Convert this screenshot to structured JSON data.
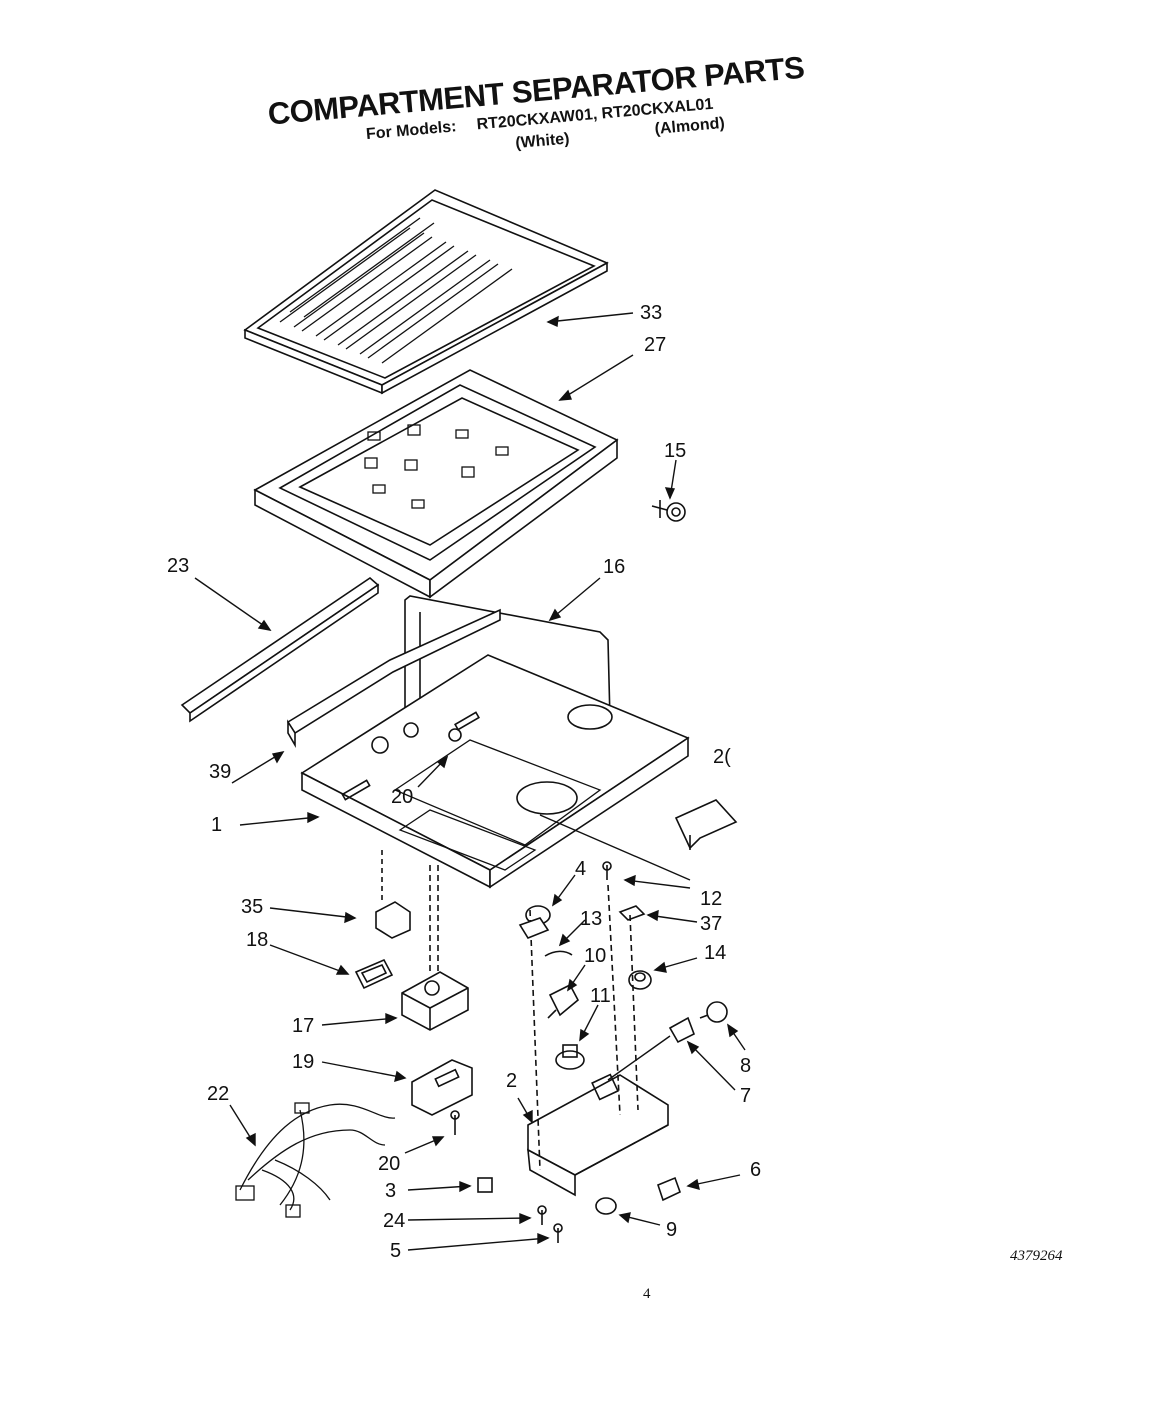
{
  "title": "COMPARTMENT SEPARATOR PARTS",
  "models_label": "For Models:",
  "models": "RT20CKXAW01, RT20CKXAL01",
  "color_white": "(White)",
  "color_almond": "(Almond)",
  "document_number": "4379264",
  "page_number": "4",
  "callouts": {
    "c33": "33",
    "c27": "27",
    "c15": "15",
    "c23": "23",
    "c16": "16",
    "c39": "39",
    "c20a": "20",
    "c1": "1",
    "c26": "2(",
    "c4": "4",
    "c12": "12",
    "c35": "35",
    "c13": "13",
    "c37": "37",
    "c18": "18",
    "c10": "10",
    "c14": "14",
    "c11": "11",
    "c17": "17",
    "c8": "8",
    "c19": "19",
    "c7": "7",
    "c2": "2",
    "c22": "22",
    "c20b": "20",
    "c6": "6",
    "c3": "3",
    "c24": "24",
    "c9": "9",
    "c5": "5"
  }
}
